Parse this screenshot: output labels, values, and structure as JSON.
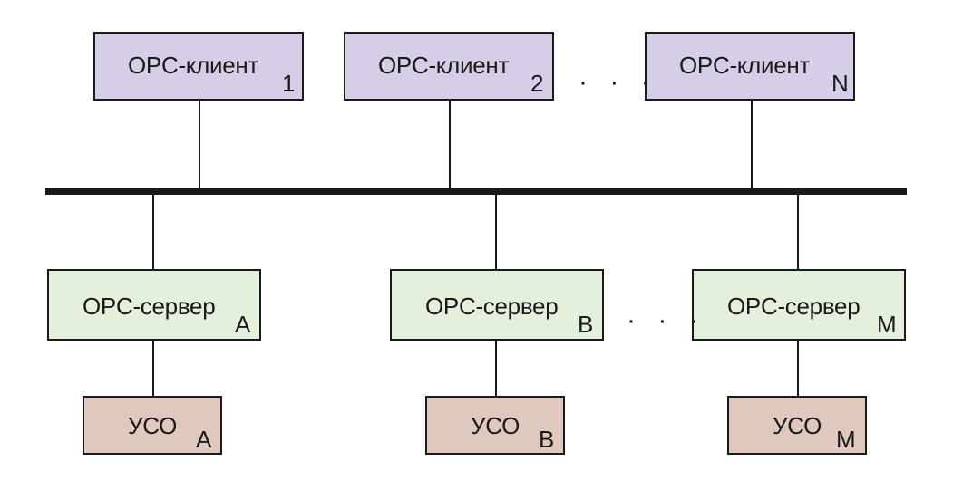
{
  "diagram": {
    "clients": [
      {
        "label": "OPC-клиент",
        "sub": "1"
      },
      {
        "label": "OPC-клиент",
        "sub": "2"
      },
      {
        "label": "OPC-клиент",
        "sub": "N"
      }
    ],
    "servers": [
      {
        "label": "OPC-сервер",
        "sub": "A"
      },
      {
        "label": "OPC-сервер",
        "sub": "B"
      },
      {
        "label": "OPC-сервер",
        "sub": "M"
      }
    ],
    "devices": [
      {
        "label": "УСО",
        "sub": "A"
      },
      {
        "label": "УСО",
        "sub": "B"
      },
      {
        "label": "УСО",
        "sub": "M"
      }
    ],
    "ellipsis": "· · ·"
  },
  "colors": {
    "client_fill": "#d6cde6",
    "server_fill": "#e4f0dc",
    "device_fill": "#dfc9bf",
    "stroke": "#1a1a1a"
  }
}
